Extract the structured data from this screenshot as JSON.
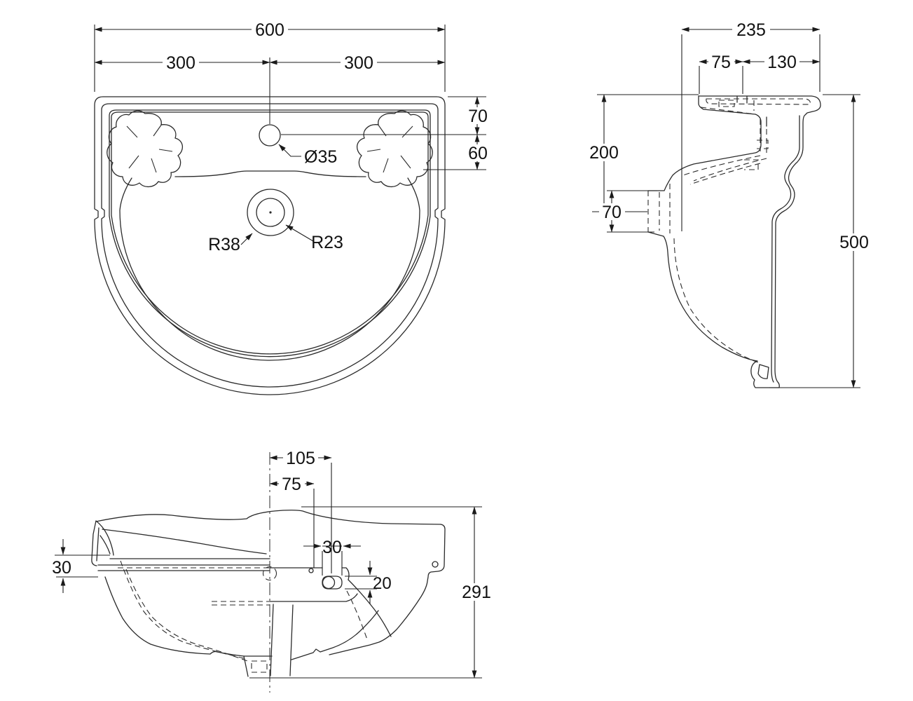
{
  "drawing": {
    "background_color": "#ffffff",
    "line_color": "#2b2b2b",
    "views": {
      "plan": {
        "dims": {
          "overall_width": "600",
          "left_half": "300",
          "right_half": "300",
          "tap_hole": "Ø35",
          "edge_to_tap": "70",
          "tap_to_basin": "60",
          "waste_outer": "R38",
          "waste_inner": "R23"
        }
      },
      "side": {
        "dims": {
          "overall_depth": "235",
          "back_to_tap": "75",
          "tap_to_front": "130",
          "top_to_inlet": "200",
          "inlet_height": "70",
          "overall_height": "500"
        }
      },
      "front": {
        "dims": {
          "centre_to_hole": "105",
          "centre_to_overflow": "75",
          "rim_height": "30",
          "overflow_width": "30",
          "overflow_height": "20",
          "overall_height": "291"
        }
      }
    }
  }
}
